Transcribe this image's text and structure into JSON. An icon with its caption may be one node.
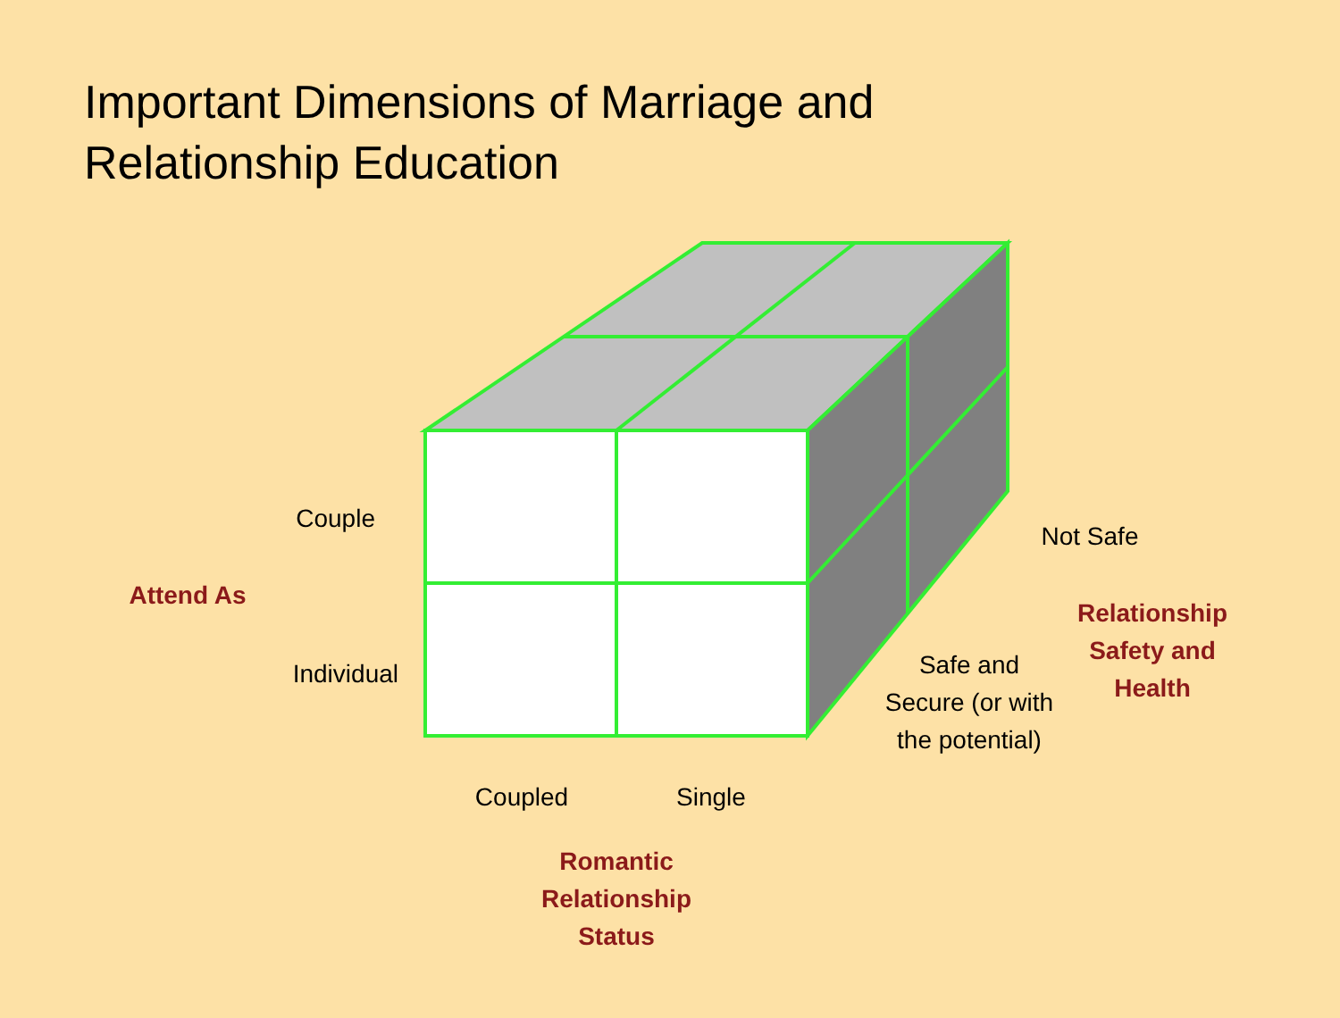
{
  "diagram": {
    "title": "Important Dimensions of Marriage and Relationship Education",
    "labels": [
      "Couple",
      "Attend As",
      "Individual",
      "Coupled",
      "Single",
      "Romantic Relationship Status",
      "Not Safe",
      "Relationship Safety and Health",
      "Safe and Secure (or with the potential)"
    ]
  }
}
